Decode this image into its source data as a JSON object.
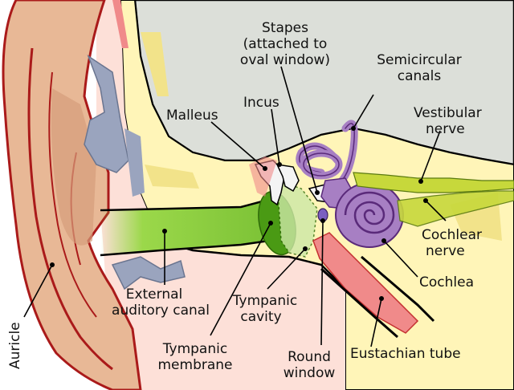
{
  "labels": {
    "stapes_1": "Stapes",
    "stapes_2": "(attached to",
    "stapes_3": "oval window)",
    "semicircular_1": "Semicircular",
    "semicircular_2": "canals",
    "malleus": "Malleus",
    "incus": "Incus",
    "vestibular_1": "Vestibular",
    "vestibular_2": "nerve",
    "cochlear_nerve_1": "Cochlear",
    "cochlear_nerve_2": "nerve",
    "cochlea": "Cochlea",
    "external_1": "External",
    "external_2": "auditory canal",
    "tympanic_cavity_1": "Tympanic",
    "tympanic_cavity_2": "cavity",
    "tympanic_membrane_1": "Tympanic",
    "tympanic_membrane_2": "membrane",
    "round_window_1": "Round",
    "round_window_2": "window",
    "eustachian": "Eustachian tube",
    "auricle": "Auricle"
  },
  "colors": {
    "skin": "#e8b896",
    "skin_dark": "#d59d7a",
    "auricle_outline": "#aa1a1a",
    "head_skin": "#fde0d8",
    "bone": "#fff5b8",
    "bone_dark": "#f2e38a",
    "cartilage": "#9aa4be",
    "brain": "#dcdfd9",
    "canal": "#9bd84a",
    "canal_dark": "#4a9a14",
    "cochlea": "#a77fc3",
    "cochlea_dark": "#5a2a7a",
    "tube": "#f08a8a",
    "nerve": "#c7d83b"
  }
}
